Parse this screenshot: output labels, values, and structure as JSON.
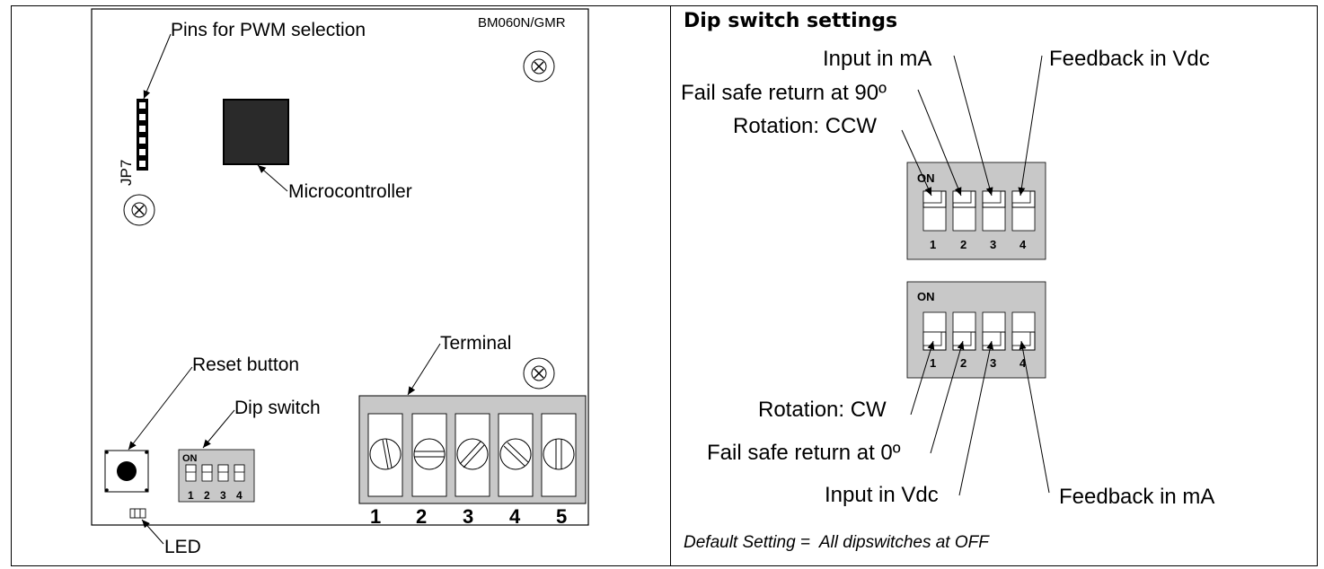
{
  "board": {
    "model": "BM060N/GMR",
    "jumper_id": "JP7",
    "labels": {
      "pins_pwm": "Pins for PWM selection",
      "microcontroller": "Microcontroller",
      "reset_button": "Reset button",
      "dip_switch": "Dip switch",
      "terminal": "Terminal",
      "led": "LED"
    },
    "dip_on": "ON",
    "dip_numbers": [
      "1",
      "2",
      "3",
      "4"
    ],
    "terminal_numbers": [
      "1",
      "2",
      "3",
      "4",
      "5"
    ]
  },
  "settings": {
    "title": "Dip switch settings",
    "on_labels": {
      "input": "Input in mA",
      "feedback": "Feedback in Vdc",
      "failsafe": "Fail safe return at 90º",
      "rotation": "Rotation: CCW"
    },
    "off_labels": {
      "rotation": "Rotation: CW",
      "failsafe": "Fail safe return at 0º",
      "input": "Input in Vdc",
      "feedback": "Feedback in mA"
    },
    "on_text": "ON",
    "numbers": [
      "1",
      "2",
      "3",
      "4"
    ],
    "default_note": "Default Setting =  All dipswitches at OFF"
  }
}
